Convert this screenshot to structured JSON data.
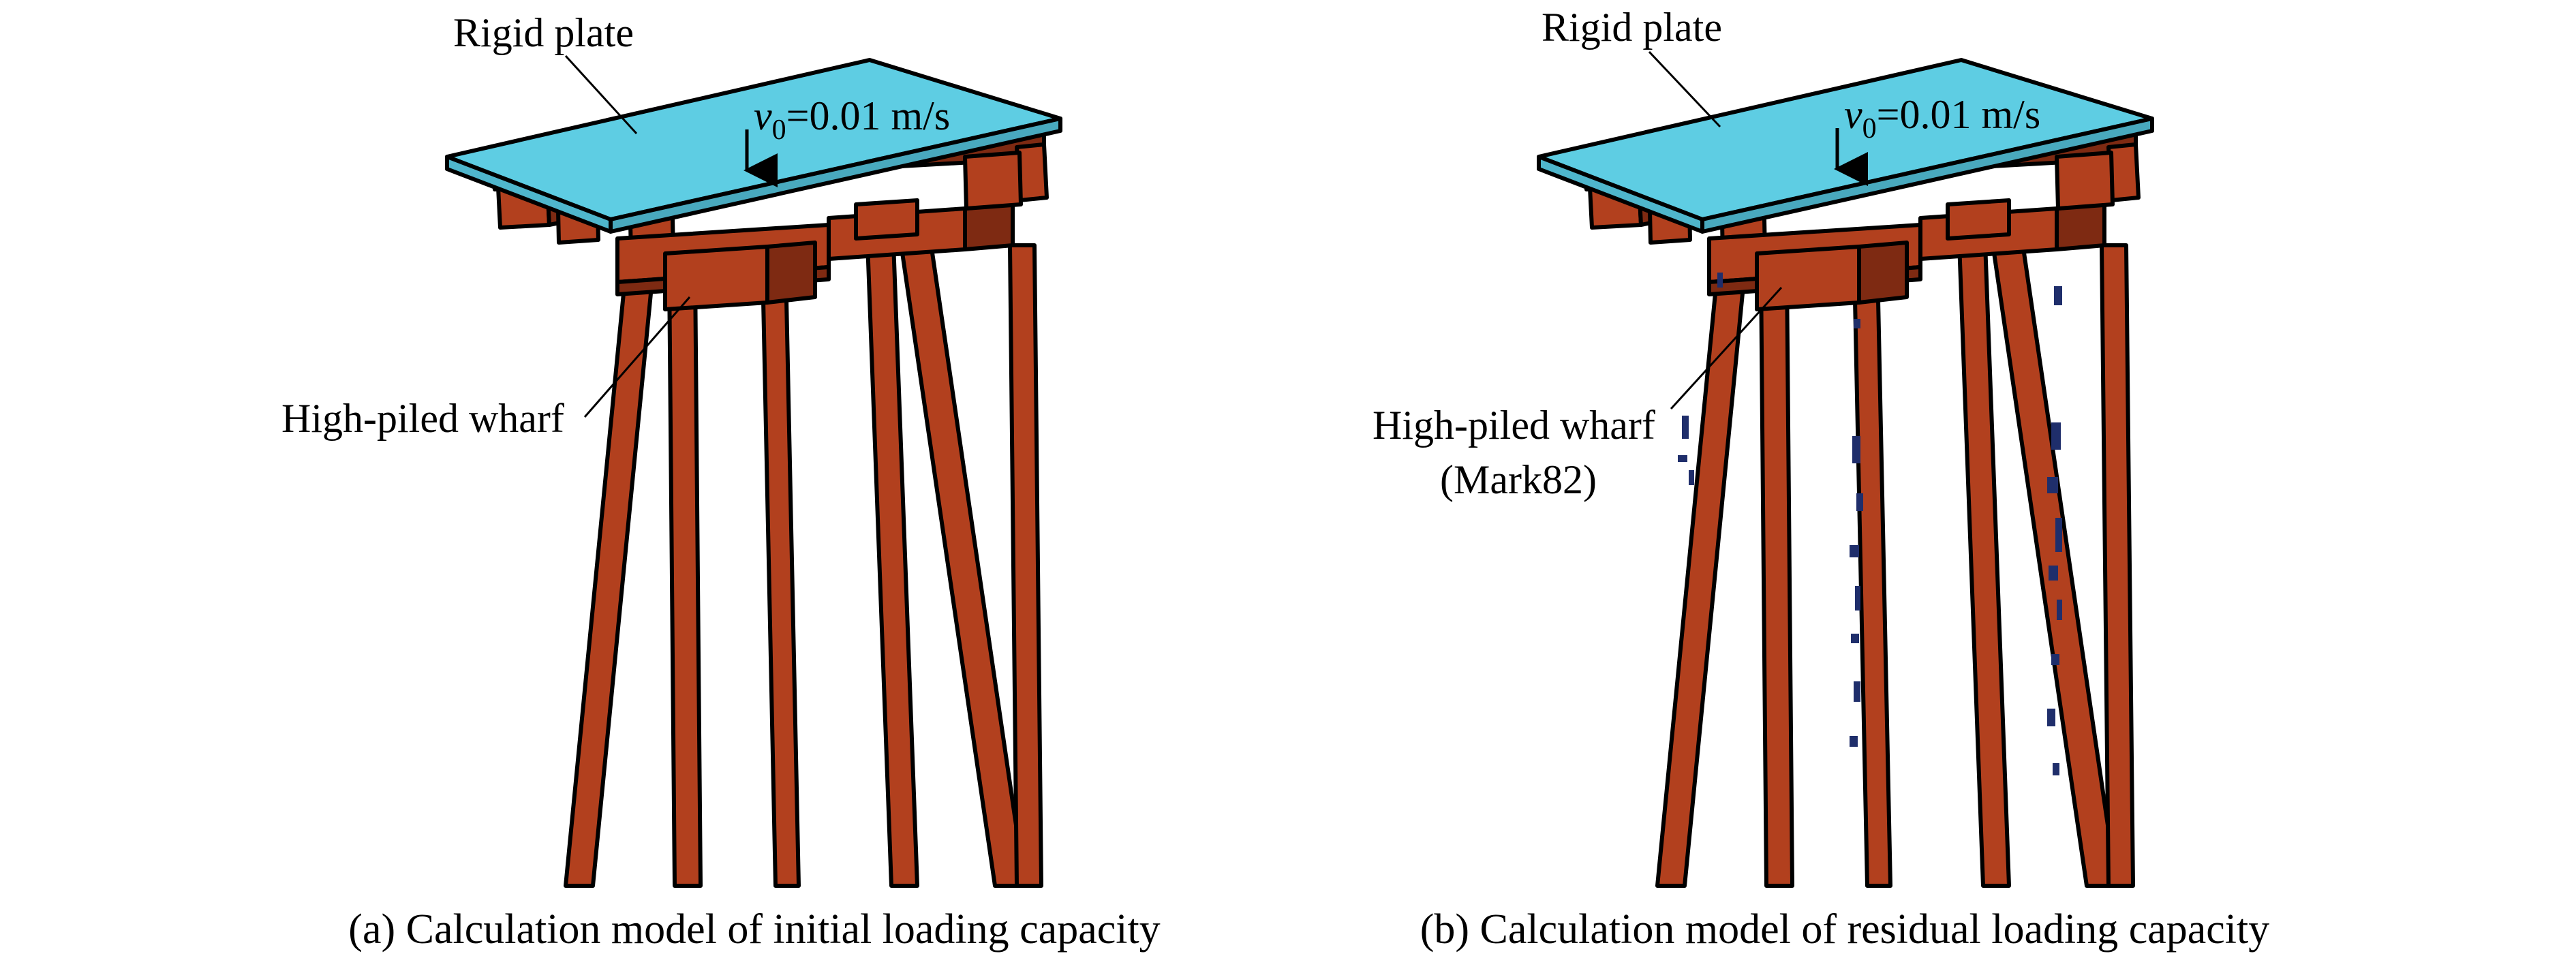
{
  "panels": [
    {
      "id": "a",
      "caption": "(a) Calculation model of initial loading capacity",
      "plate_label": "Rigid plate",
      "velocity_symbol": "v",
      "velocity_subscript": "0",
      "velocity_value": "=0.01 m/s",
      "wharf_label": "High-piled wharf",
      "wharf_sublabel": ""
    },
    {
      "id": "b",
      "caption": "(b) Calculation model of residual loading capacity",
      "plate_label": "Rigid plate",
      "velocity_symbol": "v",
      "velocity_subscript": "0",
      "velocity_value": "=0.01 m/s",
      "wharf_label": "High-piled wharf",
      "wharf_sublabel": "(Mark82)"
    }
  ],
  "colors": {
    "plate": "#5ECDE3",
    "wharf": "#B2401E",
    "wharf_dark": "#7E2A12",
    "damage": "#1F2E6B",
    "outline": "#000000"
  }
}
